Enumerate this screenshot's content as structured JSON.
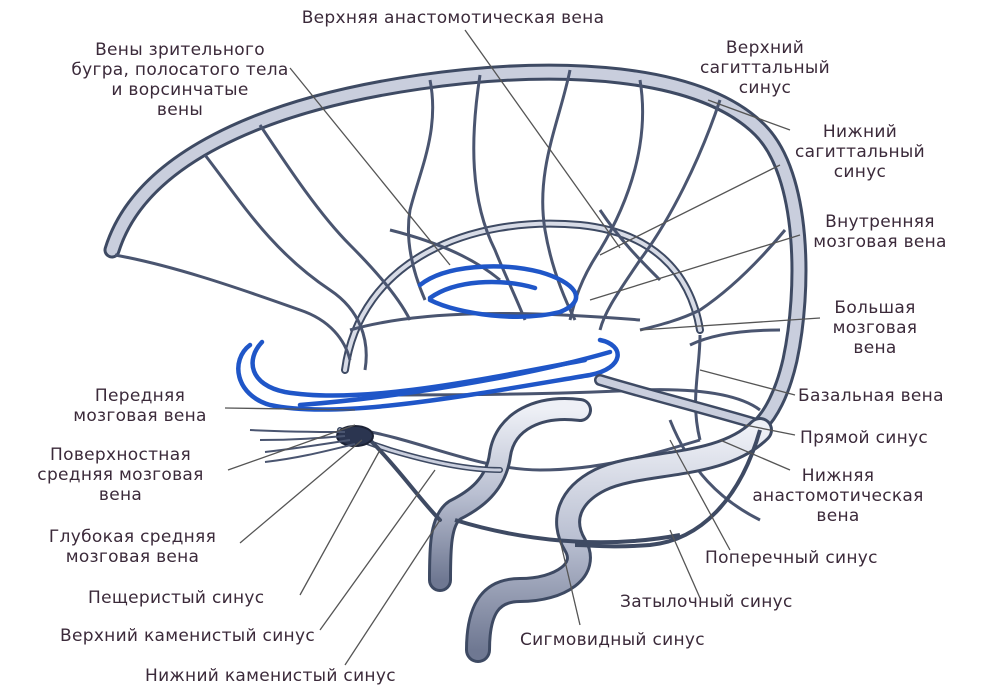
{
  "labels": {
    "superior_anastomotic_vein": "Верхняя анастомотическая вена",
    "thalamostriate_choroid_veins": "Вены зрительного\nбугра, полосатого тела\nи ворсинчатые\nвены",
    "superior_sagittal_sinus": "Верхний\nсагиттальный\nсинус",
    "inferior_sagittal_sinus": "Нижний\nсагиттальный\nсинус",
    "internal_cerebral_vein": "Внутренняя\nмозговая вена",
    "great_cerebral_vein": "Большая\nмозговая\nвена",
    "basal_vein": "Базальная вена",
    "straight_sinus": "Прямой синус",
    "inferior_anastomotic_vein": "Нижняя\nанастомотическая\nвена",
    "transverse_sinus": "Поперечный синус",
    "occipital_sinus": "Затылочный синус",
    "sigmoid_sinus": "Сигмовидный синус",
    "inferior_petrosal_sinus": "Нижний каменистый синус",
    "superior_petrosal_sinus": "Верхний каменистый синус",
    "cavernous_sinus": "Пещеристый синус",
    "deep_middle_cerebral_vein": "Глубокая средняя\nмозговая вена",
    "superficial_middle_cerebral_vein": "Поверхностная\nсредняя мозговая\nвена",
    "anterior_cerebral_vein": "Передняя\nмозговая вена"
  },
  "colors": {
    "sinus_fill": "#c9cedd",
    "sinus_stroke": "#3e4a63",
    "deep_veins": "#1f56c8",
    "leader_line": "#555555",
    "text": "#3b2a3a"
  }
}
